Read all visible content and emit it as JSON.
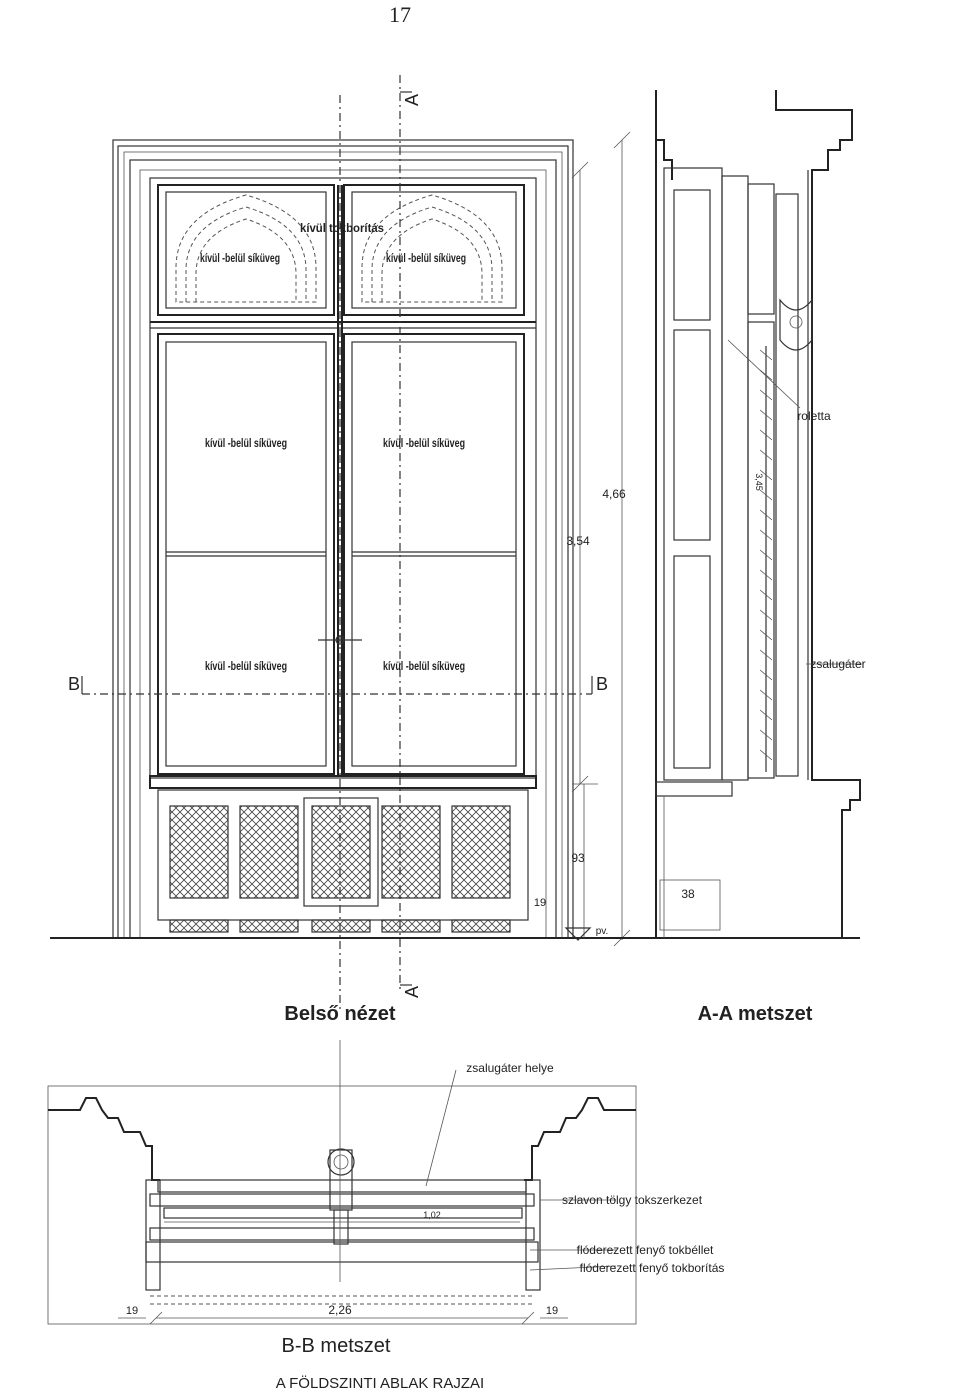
{
  "page_number": "17",
  "labels": {
    "glass": "kívül -belül síküveg",
    "cover": "kívül tokborítás",
    "roletta": "roletta",
    "zsalugater": "zsalugáter",
    "shutter_place": "zsalugáter helye",
    "frame": "szlavon tölgy tokszerkezet",
    "lining": "flóderezett fenyő tokbéllet",
    "cladding": "flóderezett fenyő tokborítás"
  },
  "dimensions": {
    "h466": "4,66",
    "h354": "3,54",
    "d345": "3,45",
    "h93": "93",
    "d38": "38",
    "d19a": "19",
    "d19b": "19",
    "d19c": "19",
    "w226": "2,26",
    "w102": "1,02",
    "pv": "pv."
  },
  "section_marks": {
    "a_top": "A",
    "a_bottom": "A",
    "b_left": "B",
    "b_right": "B"
  },
  "titles": {
    "inner_view": "Belső nézet",
    "section_aa": "A-A metszet",
    "section_bb": "B-B metszet",
    "caption": "A FÖLDSZINTI ABLAK RAJZAI"
  }
}
